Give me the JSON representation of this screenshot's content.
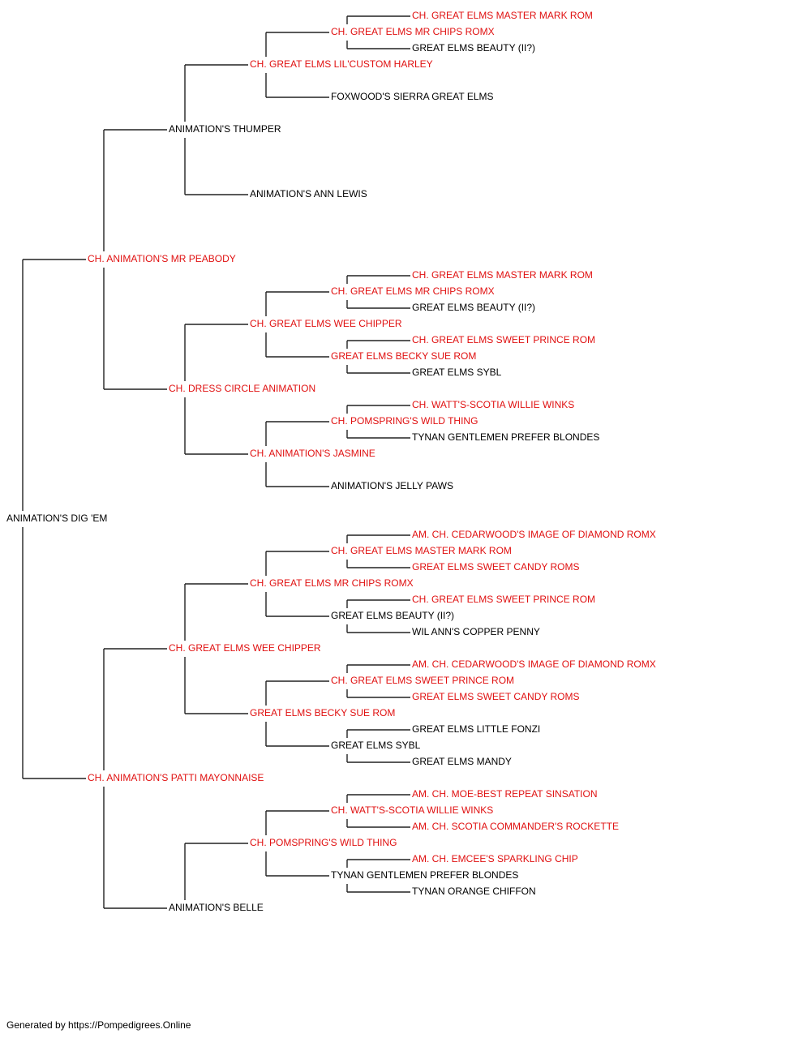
{
  "colors": {
    "champion": "#e01010",
    "regular": "#000000",
    "connector": "#222222"
  },
  "pedigree": {
    "name": "ANIMATION'S DIG 'EM",
    "champion": false,
    "sire": {
      "name": "CH. ANIMATION'S MR PEABODY",
      "champion": true,
      "sire": {
        "name": "ANIMATION'S THUMPER",
        "champion": false,
        "sire": {
          "name": "CH. GREAT ELMS LIL'CUSTOM HARLEY",
          "champion": true,
          "sire": {
            "name": "CH. GREAT ELMS MR CHIPS ROMX",
            "champion": true,
            "sire": {
              "name": "CH. GREAT ELMS MASTER MARK ROM",
              "champion": true
            },
            "dam": {
              "name": "GREAT ELMS BEAUTY (II?)",
              "champion": false
            }
          },
          "dam": {
            "name": "FOXWOOD'S SIERRA GREAT ELMS",
            "champion": false
          }
        },
        "dam": {
          "name": "ANIMATION'S ANN LEWIS",
          "champion": false
        }
      },
      "dam": {
        "name": "CH. DRESS CIRCLE ANIMATION",
        "champion": true,
        "sire": {
          "name": "CH. GREAT ELMS WEE CHIPPER",
          "champion": true,
          "sire": {
            "name": "CH. GREAT ELMS MR CHIPS ROMX",
            "champion": true,
            "sire": {
              "name": "CH. GREAT ELMS MASTER MARK ROM",
              "champion": true
            },
            "dam": {
              "name": "GREAT ELMS BEAUTY (II?)",
              "champion": false
            }
          },
          "dam": {
            "name": "GREAT ELMS BECKY SUE ROM",
            "champion": true,
            "sire": {
              "name": "CH. GREAT ELMS SWEET PRINCE ROM",
              "champion": true
            },
            "dam": {
              "name": "GREAT ELMS SYBL",
              "champion": false
            }
          }
        },
        "dam": {
          "name": "CH. ANIMATION'S JASMINE",
          "champion": true,
          "sire": {
            "name": "CH. POMSPRING'S WILD THING",
            "champion": true,
            "sire": {
              "name": "CH. WATT'S-SCOTIA WILLIE WINKS",
              "champion": true
            },
            "dam": {
              "name": "TYNAN GENTLEMEN PREFER BLONDES",
              "champion": false
            }
          },
          "dam": {
            "name": "ANIMATION'S JELLY PAWS",
            "champion": false
          }
        }
      }
    },
    "dam": {
      "name": "CH. ANIMATION'S PATTI MAYONNAISE",
      "champion": true,
      "sire": {
        "name": "CH. GREAT ELMS WEE CHIPPER",
        "champion": true,
        "sire": {
          "name": "CH. GREAT ELMS MR CHIPS ROMX",
          "champion": true,
          "sire": {
            "name": "CH. GREAT ELMS MASTER MARK ROM",
            "champion": true,
            "sire": {
              "name": "AM. CH. CEDARWOOD'S IMAGE OF DIAMOND ROMX",
              "champion": true
            },
            "dam": {
              "name": "GREAT ELMS SWEET CANDY ROMS",
              "champion": true
            }
          },
          "dam": {
            "name": "GREAT ELMS BEAUTY (II?)",
            "champion": false,
            "sire": {
              "name": "CH. GREAT ELMS SWEET PRINCE ROM",
              "champion": true
            },
            "dam": {
              "name": "WIL ANN'S COPPER PENNY",
              "champion": false
            }
          }
        },
        "dam": {
          "name": "GREAT ELMS BECKY SUE ROM",
          "champion": true,
          "sire": {
            "name": "CH. GREAT ELMS SWEET PRINCE ROM",
            "champion": true,
            "sire": {
              "name": "AM. CH. CEDARWOOD'S IMAGE OF DIAMOND ROMX",
              "champion": true
            },
            "dam": {
              "name": "GREAT ELMS SWEET CANDY ROMS",
              "champion": true
            }
          },
          "dam": {
            "name": "GREAT ELMS SYBL",
            "champion": false,
            "sire": {
              "name": "GREAT ELMS LITTLE FONZI",
              "champion": false
            },
            "dam": {
              "name": "GREAT ELMS MANDY",
              "champion": false
            }
          }
        }
      },
      "dam": {
        "name": "ANIMATION'S BELLE",
        "champion": false,
        "sire": {
          "name": "CH. POMSPRING'S WILD THING",
          "champion": true,
          "sire": {
            "name": "CH. WATT'S-SCOTIA WILLIE WINKS",
            "champion": true,
            "sire": {
              "name": "AM. CH. MOE-BEST REPEAT SINSATION",
              "champion": true
            },
            "dam": {
              "name": "AM. CH. SCOTIA COMMANDER'S ROCKETTE",
              "champion": true
            }
          },
          "dam": {
            "name": "TYNAN GENTLEMEN PREFER BLONDES",
            "champion": false,
            "sire": {
              "name": "AM. CH. EMCEE'S SPARKLING CHIP",
              "champion": true
            },
            "dam": {
              "name": "TYNAN ORANGE CHIFFON",
              "champion": false
            }
          }
        }
      }
    }
  },
  "footer": {
    "text": "Generated by https://Pompedigrees.Online"
  }
}
